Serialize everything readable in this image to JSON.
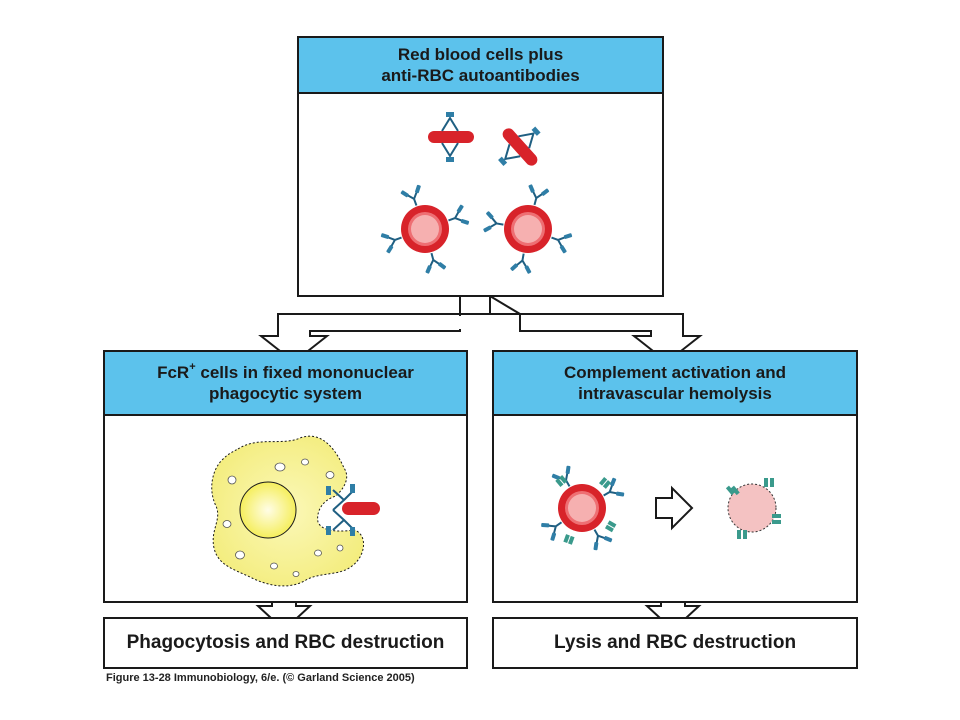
{
  "top_box": {
    "line1": "Red blood cells plus",
    "line2": "anti-RBC autoantibodies"
  },
  "left_box": {
    "line1_pre": "FcR",
    "line1_sup": "+",
    "line1_post": " cells in fixed mononuclear",
    "line2": "phagocytic system"
  },
  "right_box": {
    "line1": "Complement activation and",
    "line2": "intravascular hemolysis"
  },
  "left_result": "Phagocytosis and RBC destruction",
  "right_result": "Lysis and RBC destruction",
  "caption": "Figure 13-28  Immunobiology, 6/e. (© Garland Science 2005)",
  "colors": {
    "header_bg": "#5cc2ec",
    "rbc": "#d8232a",
    "rbc_inner": "#f4a3a3",
    "antibody": "#2f7ea6",
    "complement": "#3a9a8c",
    "macrophage": "#f7f08a"
  }
}
